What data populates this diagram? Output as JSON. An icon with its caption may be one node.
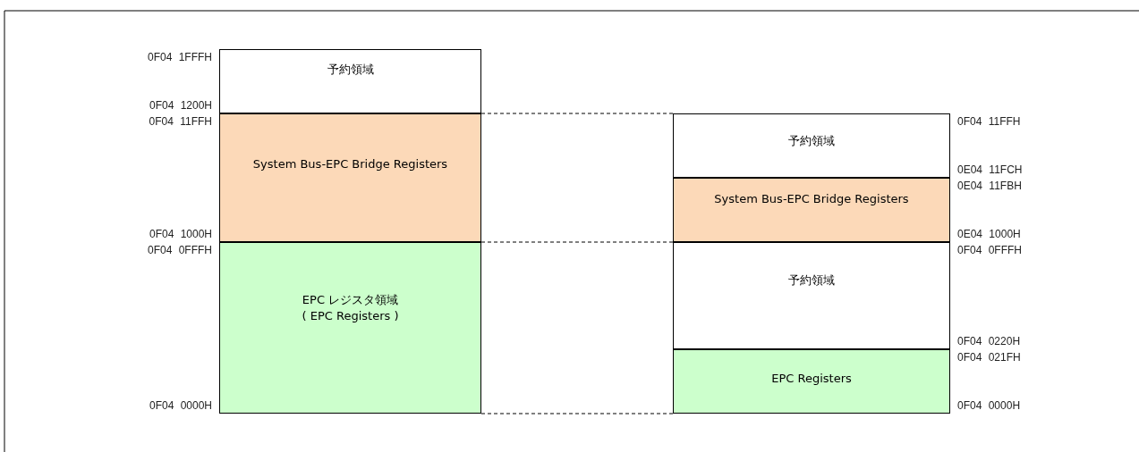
{
  "diagram": {
    "nodes": [
      {
        "text": [
          "予約領域"
        ],
        "beside": [
          "0F04 1FFFH",
          "0F04 1200H"
        ]
      },
      {
        "text": [
          "System Bus-EPC Bridge Registers"
        ],
        "beside": [
          "0F04 11FFH",
          "0F04 1000H"
        ]
      },
      {
        "text": [
          "EPC レジスタ領域",
          "( EPC Registers )"
        ],
        "beside": [
          "0F04 0FFFH",
          "0F04 0000H"
        ]
      },
      {
        "text": [
          "予約領域"
        ],
        "beside": [
          "0F04 11FFH",
          "0E04 11FCH"
        ]
      },
      {
        "text": [
          "System Bus-EPC Bridge Registers"
        ],
        "beside": [
          "0E04 11FBH",
          "0E04 1000H"
        ]
      },
      {
        "text": [
          "予約領域"
        ],
        "beside": [
          "0F04 0FFFH",
          "0F04 0220H"
        ]
      },
      {
        "text": [
          "EPC Registers"
        ],
        "beside": [
          "0F04 021FH",
          "0F04 0000H"
        ]
      }
    ],
    "edges": [
      {
        "from": 1,
        "to": 3,
        "arrow": "none",
        "style": "dashed"
      },
      {
        "from": 2,
        "to": 5,
        "arrow": "none",
        "style": "dashed"
      },
      {
        "from": 2,
        "to": 6,
        "arrow": "none",
        "style": "dashed"
      }
    ]
  }
}
